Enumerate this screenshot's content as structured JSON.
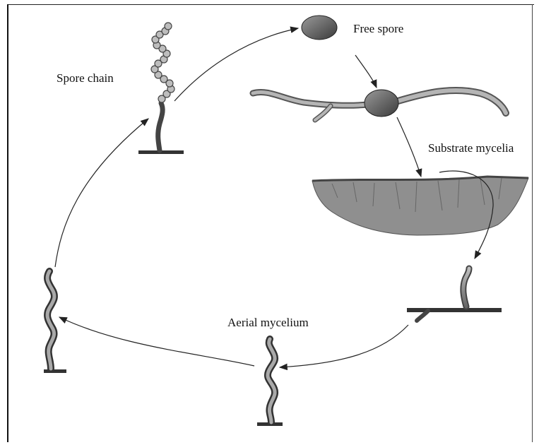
{
  "labels": {
    "spore_chain": "Spore chain",
    "free_spore": "Free spore",
    "substrate_mycelia": "Substrate mycelia",
    "aerial_mycelium": "Aerial mycelium"
  },
  "colors": {
    "ink": "#111111",
    "arrow": "#222222",
    "spore": "#555555",
    "hypha": "#777777",
    "substrate": "#8a8a8a"
  }
}
